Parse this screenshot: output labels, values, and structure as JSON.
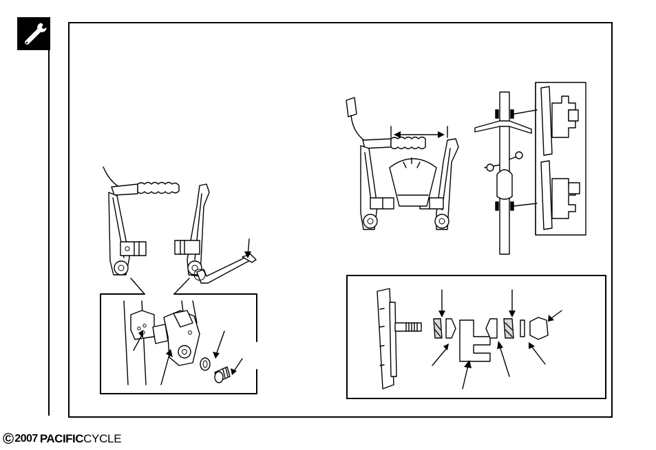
{
  "footer": {
    "copyright_symbol": "©",
    "year": "2007",
    "brand_bold": "PACIFIC",
    "brand_light": "CYCLE"
  },
  "icons": {
    "tool": "wrench-icon"
  },
  "colors": {
    "line": "#000000",
    "background": "#ffffff"
  }
}
